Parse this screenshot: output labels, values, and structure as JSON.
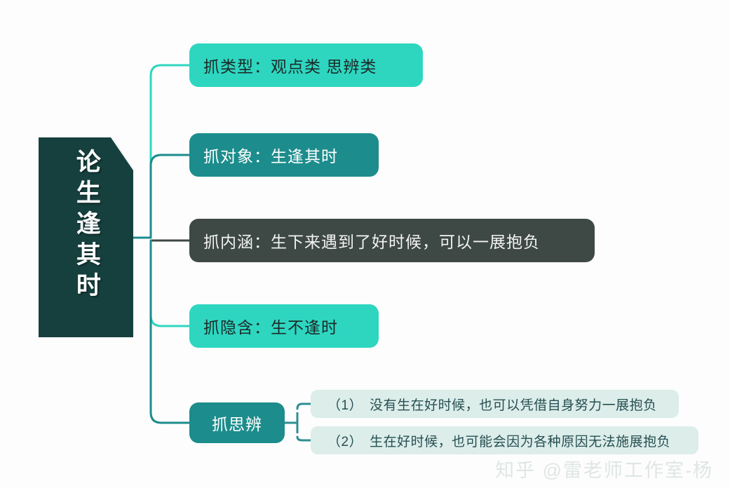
{
  "diagram": {
    "type": "mind-map",
    "root": {
      "label": "论生逢其时",
      "color": "#16403E",
      "text_color": "#FFFFFF",
      "orientation": "vertical"
    },
    "branches": [
      {
        "id": "type",
        "label": "抓类型：观点类 思辨类",
        "color": "#2ED6C0",
        "text_color": "#1D2A28",
        "connector_color": "#2ED6C0"
      },
      {
        "id": "object",
        "label": "抓对象：生逢其时",
        "color": "#1D8C8C",
        "text_color": "#FFFFFF",
        "connector_color": "#1D8C8C"
      },
      {
        "id": "meaning",
        "label": "抓内涵：生下来遇到了好时候，可以一展抱负",
        "color": "#3E4845",
        "text_color": "#F2F4F3",
        "connector_color": "#3E4845"
      },
      {
        "id": "implicit",
        "label": "抓隐含：生不逢时",
        "color": "#2ED6C0",
        "text_color": "#1D2A28",
        "connector_color": "#2ED6C0"
      },
      {
        "id": "debate",
        "label": "抓思辨",
        "color": "#1D8C8C",
        "text_color": "#FFFFFF",
        "connector_color": "#1D8C8C",
        "children": [
          {
            "id": "debate-1",
            "label": "（1）　没有生在好时候，也可以凭借自身努力一展抱负",
            "color": "#DCEDEA",
            "text_color": "#274F52"
          },
          {
            "id": "debate-2",
            "label": "（2）　生在好时候，也可能会因为各种原因无法施展抱负",
            "color": "#DCEDEA",
            "text_color": "#274F52"
          }
        ]
      }
    ],
    "watermark": "知乎 @雷老师工作室-杨"
  }
}
